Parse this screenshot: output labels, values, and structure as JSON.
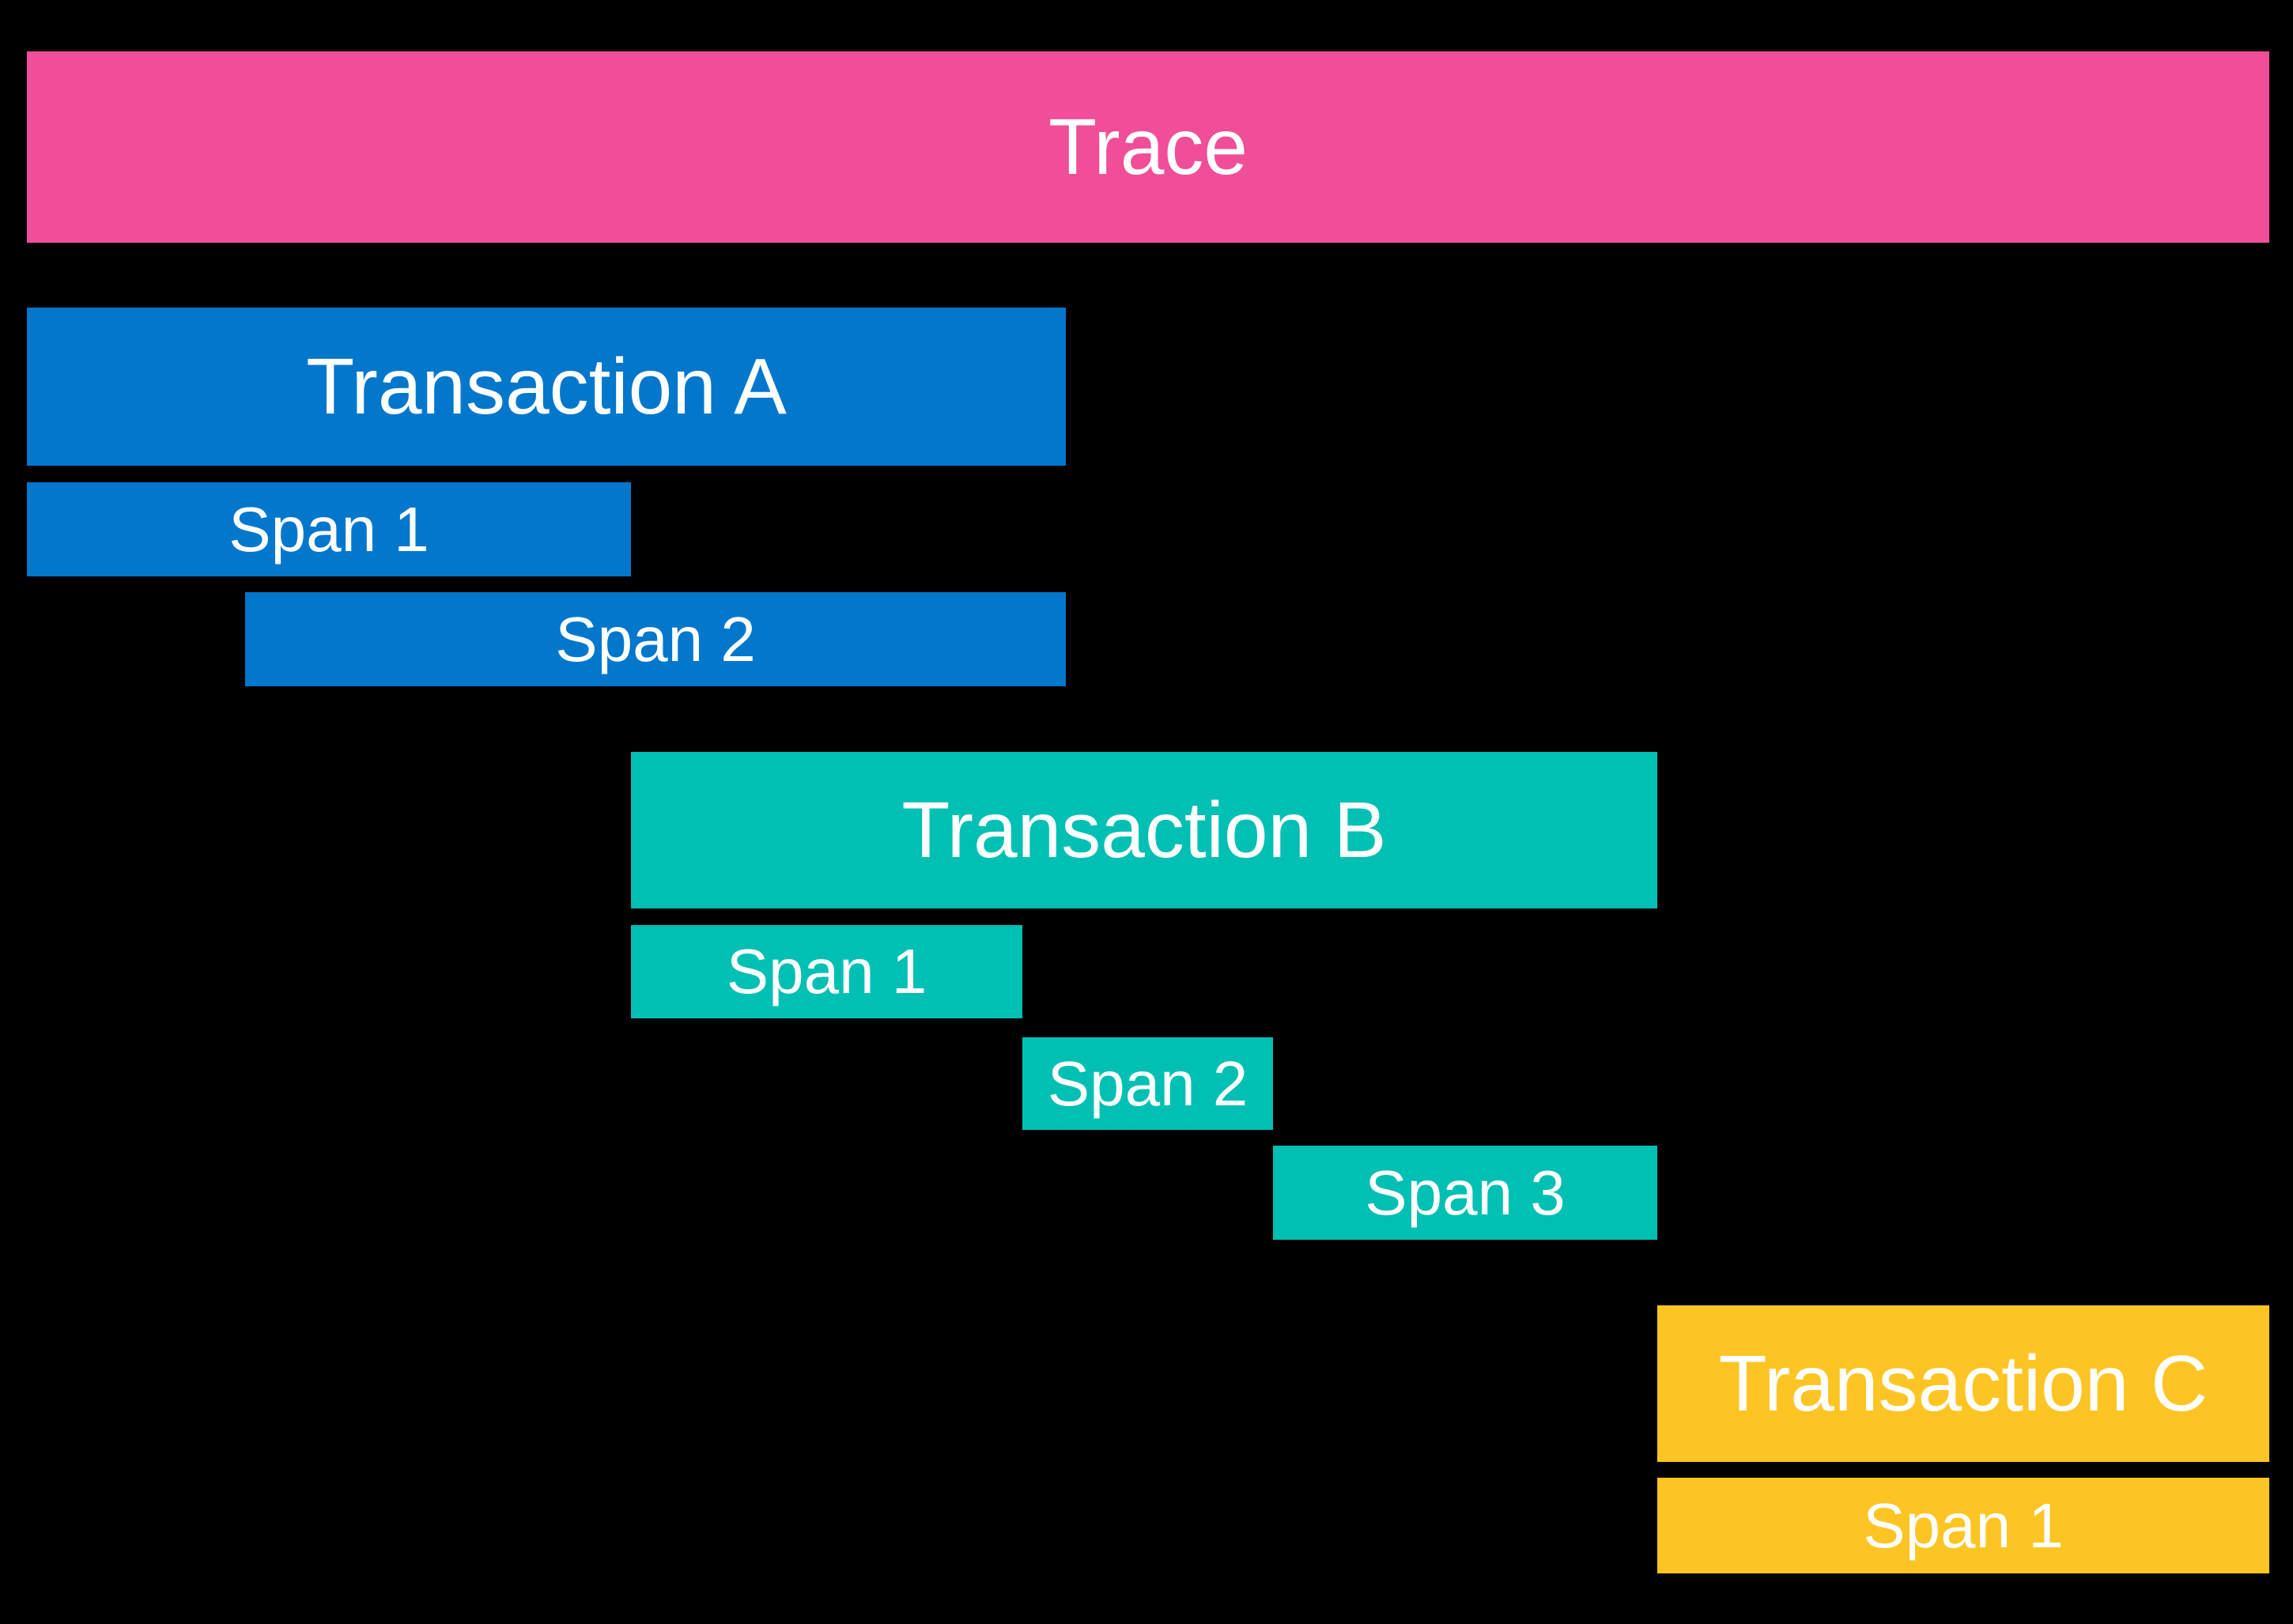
{
  "diagram": {
    "background_color": "#000000",
    "text_color": "#FFFFFF",
    "trace": {
      "label": "Trace",
      "color": "#F04E98"
    },
    "transactions": [
      {
        "label": "Transaction A",
        "color": "#0277CC",
        "spans": [
          {
            "label": "Span 1"
          },
          {
            "label": "Span 2"
          }
        ]
      },
      {
        "label": "Transaction B",
        "color": "#00BFB3",
        "spans": [
          {
            "label": "Span 1"
          },
          {
            "label": "Span 2"
          },
          {
            "label": "Span 3"
          }
        ]
      },
      {
        "label": "Transaction C",
        "color": "#FDC524",
        "spans": [
          {
            "label": "Span 1"
          }
        ]
      }
    ]
  }
}
